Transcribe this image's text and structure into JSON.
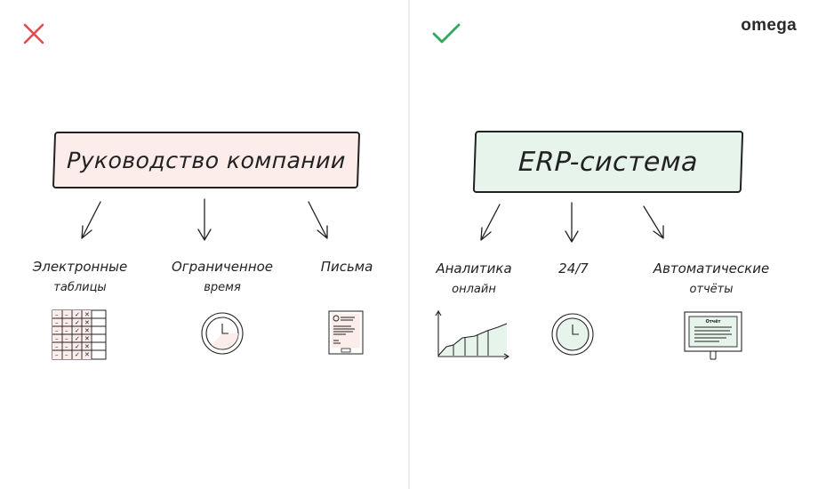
{
  "logo": "omega",
  "left": {
    "status_icon": "cross-icon",
    "title": "Руководство компании",
    "items": [
      {
        "line1": "Электронные",
        "line2": "таблицы",
        "icon": "spreadsheet-icon"
      },
      {
        "line1": "Ограниченное",
        "line2": "время",
        "icon": "clock-icon"
      },
      {
        "line1": "Письма",
        "icon": "letter-icon"
      }
    ]
  },
  "right": {
    "status_icon": "check-icon",
    "title": "ERP-система",
    "items": [
      {
        "line1": "Аналитика",
        "line2": "онлайн",
        "icon": "chart-icon"
      },
      {
        "line1": "24/7",
        "icon": "clock-icon"
      },
      {
        "line1": "Автоматические",
        "line2": "отчёты",
        "icon": "monitor-report-icon",
        "screen_title": "Отчёт"
      }
    ]
  },
  "colors": {
    "cross": "#e5484d",
    "check": "#2eaa5c",
    "pink": "#fcecea",
    "green": "#e7f4eb"
  }
}
